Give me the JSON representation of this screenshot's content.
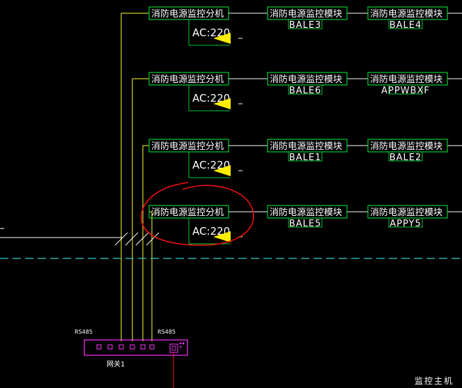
{
  "rows": [
    {
      "sub_label": "消防电源监控分机",
      "ac_label": "AC:220",
      "modules": [
        {
          "label": "消防电源监控模块",
          "tag": "BALE3"
        },
        {
          "label": "消防电源监控模块",
          "tag": "BALE4"
        }
      ]
    },
    {
      "sub_label": "消防电源监控分机",
      "ac_label": "AC:220",
      "modules": [
        {
          "label": "消防电源监控模块",
          "tag": "BALE6"
        },
        {
          "label": "消防电源监控模块",
          "tag": "APPWBXF"
        }
      ]
    },
    {
      "sub_label": "消防电源监控分机",
      "ac_label": "AC:220",
      "modules": [
        {
          "label": "消防电源监控模块",
          "tag": "BALE1"
        },
        {
          "label": "消防电源监控模块",
          "tag": "BALE2"
        }
      ]
    },
    {
      "sub_label": "消防电源监控分机",
      "ac_label": "AC:220",
      "modules": [
        {
          "label": "消防电源监控模块",
          "tag": "BALE5"
        },
        {
          "label": "消防电源监控模块",
          "tag": "APPY5"
        }
      ]
    }
  ],
  "gateway": {
    "label": "网关1",
    "rs485_left": "RS485",
    "rs485_right": "RS485"
  },
  "host_label": "监控主机",
  "colors": {
    "background": "#000000",
    "box": "#00cc33",
    "bus": "#ffff33",
    "connector": "#ffffff",
    "triangle": "#ffee00",
    "gateway": "#ff33ff",
    "dashed": "#33cccc",
    "circle": "#ee1111",
    "feed": "#ee2222"
  }
}
